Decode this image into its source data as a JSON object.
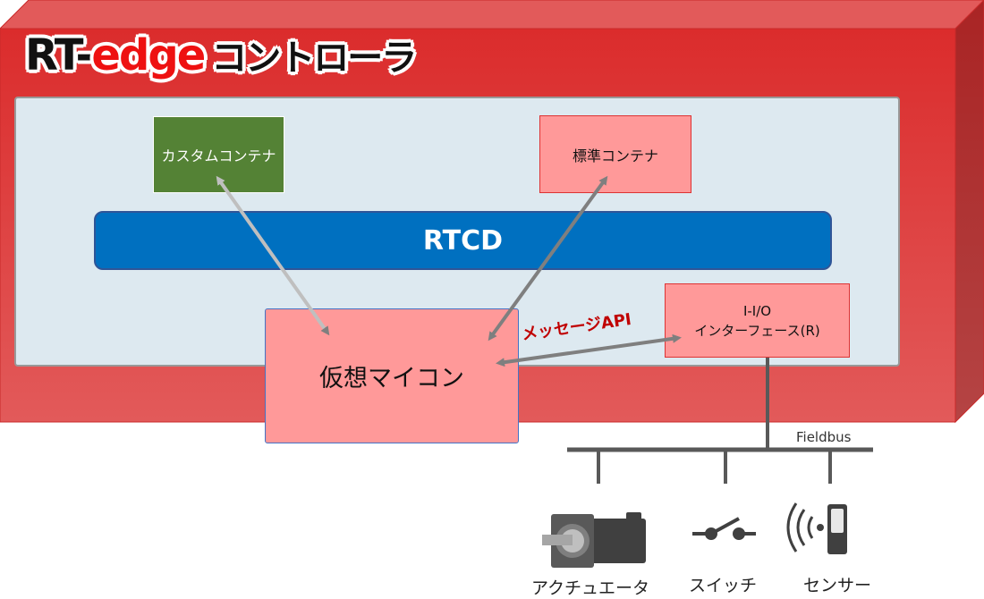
{
  "title": {
    "part1": "RT-",
    "part2": "edge",
    "part3": "コントローラ"
  },
  "containers": {
    "custom": "カスタムコンテナ",
    "standard": "標準コンテナ"
  },
  "rtcd": "RTCD",
  "iio": {
    "line1": "I-I/O",
    "line2": "インターフェース(R)"
  },
  "virtual_mcu": "仮想マイコン",
  "message_api": "メッセージAPI",
  "fieldbus": "Fieldbus",
  "devices": [
    {
      "label": "アクチュエータ",
      "icon": "actuator-motor-icon"
    },
    {
      "label": "スイッチ",
      "icon": "switch-icon"
    },
    {
      "label": "センサー",
      "icon": "wireless-sensor-icon"
    }
  ],
  "colors": {
    "controller_red": "#de3333",
    "controller_top": "#e25a5a",
    "controller_side": "#b03030",
    "panel": "#dde9f0",
    "custom_green": "#548235",
    "pink": "#ff9999",
    "rtcd_blue": "#0070c0",
    "api_red": "#c00000"
  }
}
